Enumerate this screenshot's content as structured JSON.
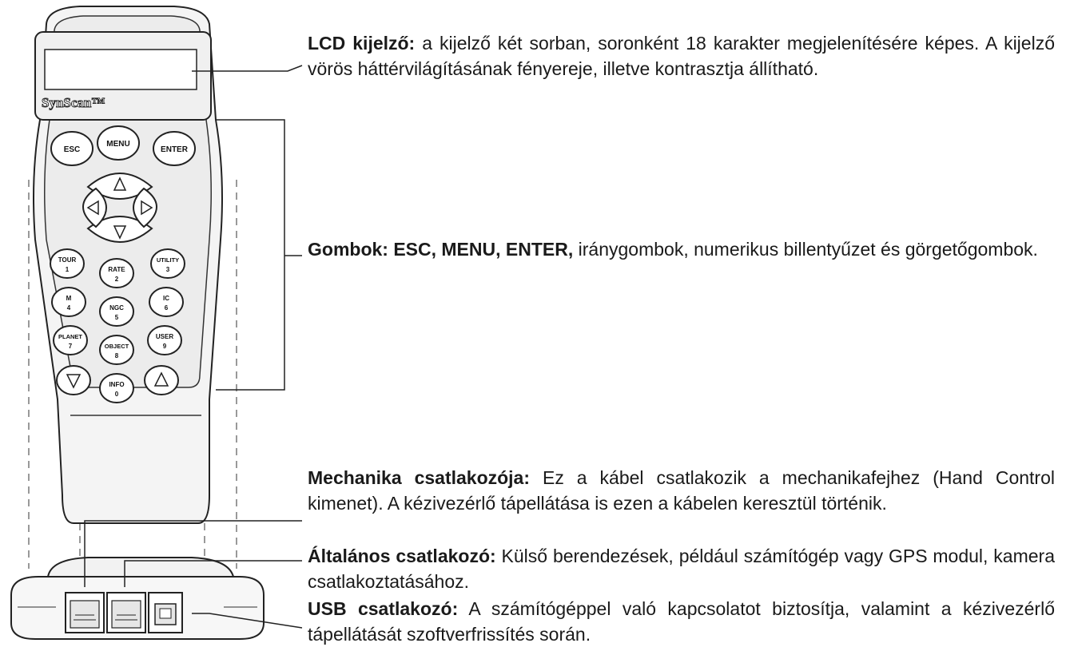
{
  "device": {
    "brand": "SynScan™",
    "top_buttons": [
      "ESC",
      "MENU",
      "ENTER"
    ],
    "keypad": [
      {
        "name": "TOUR",
        "num": "1"
      },
      {
        "name": "RATE",
        "num": "2"
      },
      {
        "name": "UTILITY",
        "num": "3"
      },
      {
        "name": "M",
        "num": "4"
      },
      {
        "name": "NGC",
        "num": "5"
      },
      {
        "name": "IC",
        "num": "6"
      },
      {
        "name": "PLANET",
        "num": "7"
      },
      {
        "name": "OBJECT",
        "num": "8"
      },
      {
        "name": "USER",
        "num": "9"
      },
      {
        "name": "INFO",
        "num": "0"
      }
    ]
  },
  "descriptions": {
    "lcd": {
      "title": "LCD kijelző:",
      "text": " a kijelző két sorban, soronként 18 karakter megjelenítésére képes. A kijelző vörös háttérvilágításának fényereje, illetve kontrasztja állítható."
    },
    "buttons": {
      "title": "Gombok: ESC, MENU, ENTER,",
      "text": " iránygombok, numerikus billentyűzet és görgetőgombok."
    },
    "mech": {
      "title": "Mechanika csatlakozója:",
      "text": " Ez a kábel csatlakozik a mechanikafejhez (Hand Control kimenet). A kézivezérlő tápellátása is ezen a kábelen keresztül történik."
    },
    "general": {
      "title": "Általános csatlakozó:",
      "text": " Külső berendezések, például számítógép vagy GPS modul, kamera csatlakoztatásához."
    },
    "usb": {
      "title": "USB csatlakozó:",
      "text": " A számítógéppel való kapcsolatot biztosítja, valamint a kézivezérlő tápellátását szoftverfrissítés során."
    }
  }
}
